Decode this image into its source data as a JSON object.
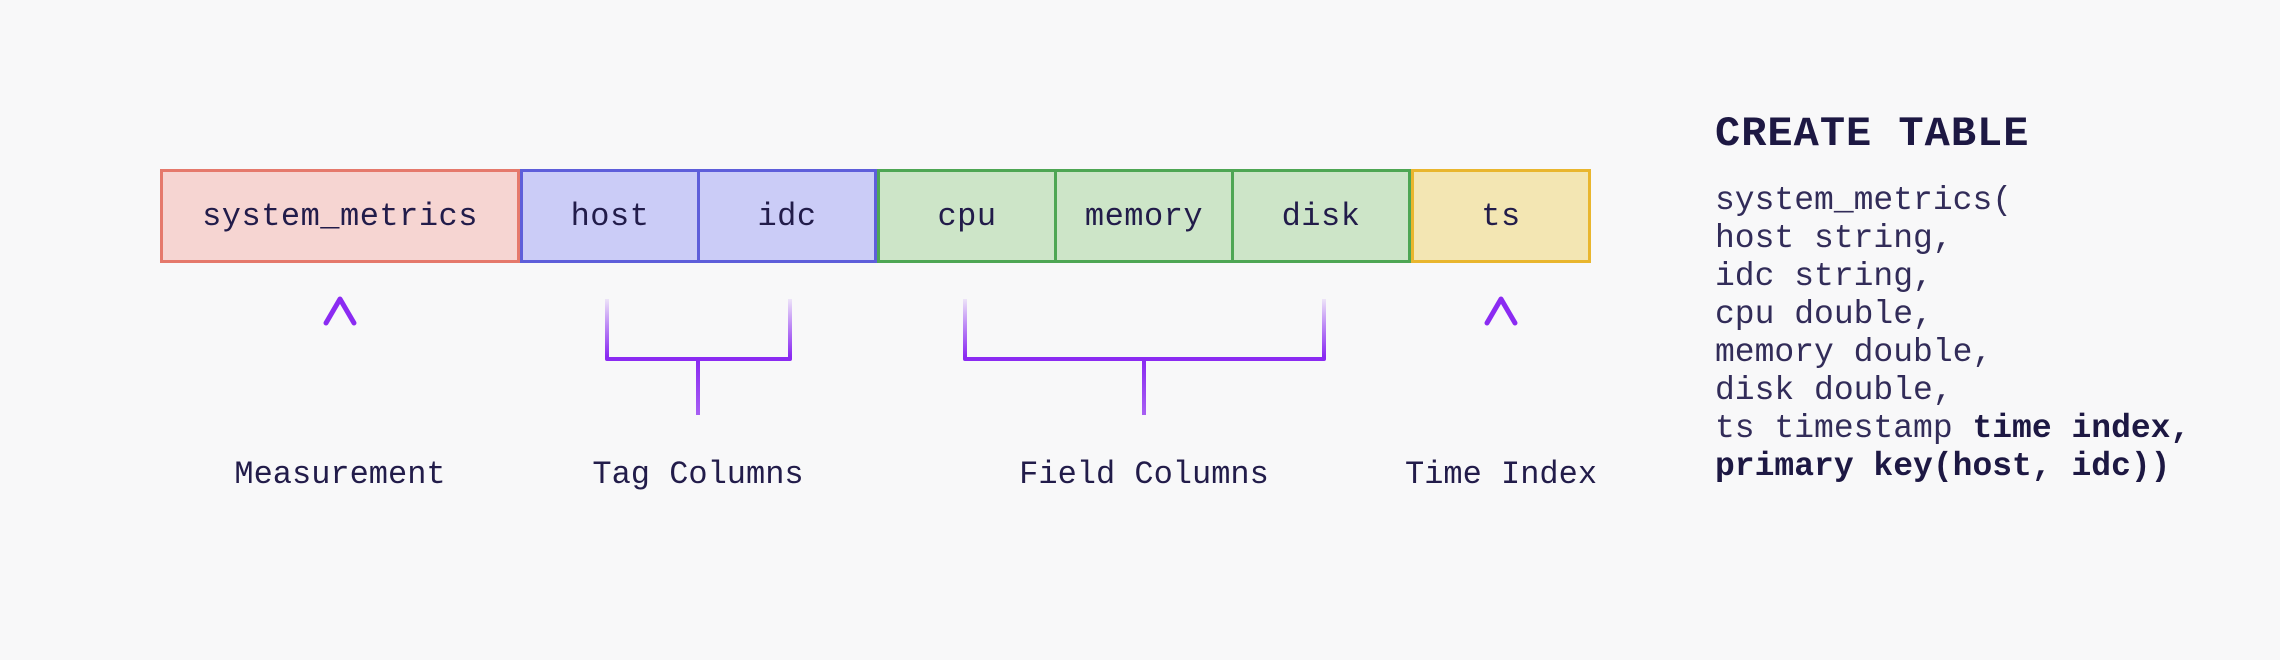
{
  "background": "#f8f8f9",
  "pointer_color": "#8b2bf2",
  "text_color": "#221c4a",
  "diagram": {
    "groups": [
      {
        "id": "measurement",
        "fill": "#f6d5d2",
        "border": "#e5796c",
        "cells": [
          {
            "label": "system_metrics",
            "units": 2
          }
        ]
      },
      {
        "id": "tag-columns",
        "fill": "#cbccf7",
        "border": "#5e5eda",
        "cells": [
          {
            "label": "host"
          },
          {
            "label": "idc"
          }
        ]
      },
      {
        "id": "field-columns",
        "fill": "#cde5c8",
        "border": "#4ea654",
        "cells": [
          {
            "label": "cpu"
          },
          {
            "label": "memory"
          },
          {
            "label": "disk"
          }
        ]
      },
      {
        "id": "time-index",
        "fill": "#f3e6b3",
        "border": "#e9b62e",
        "cells": [
          {
            "label": "ts"
          }
        ]
      }
    ],
    "annotations": [
      {
        "type": "arrow",
        "label": "Measurement"
      },
      {
        "type": "bracket",
        "label": "Tag Columns"
      },
      {
        "type": "bracket",
        "label": "Field Columns"
      },
      {
        "type": "arrow",
        "label": "Time Index"
      }
    ]
  },
  "sql": {
    "heading": "CREATE TABLE",
    "lines": [
      [
        {
          "t": "system_metrics("
        }
      ],
      [
        {
          "t": "host string,"
        }
      ],
      [
        {
          "t": "idc string,"
        }
      ],
      [
        {
          "t": "cpu double,"
        }
      ],
      [
        {
          "t": "memory double,"
        }
      ],
      [
        {
          "t": "disk double,"
        }
      ],
      [
        {
          "t": "ts timestamp "
        },
        {
          "t": "time index,",
          "b": true
        }
      ],
      [
        {
          "t": "primary key(host, idc))",
          "b": true
        }
      ]
    ]
  }
}
